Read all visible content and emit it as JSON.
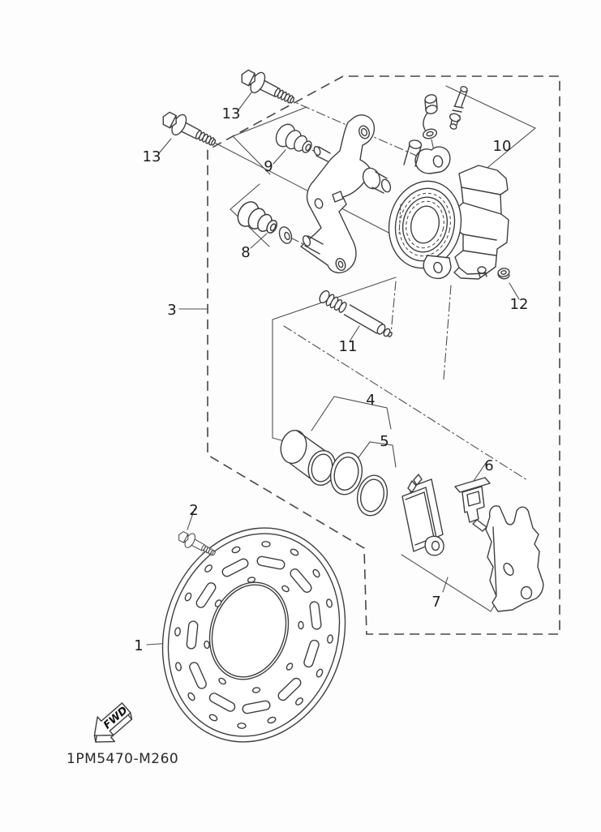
{
  "diagram": {
    "part_code": "1PM5470-M260",
    "direction_arrow_label": "FWD",
    "callouts": {
      "c1": "1",
      "c2": "2",
      "c3": "3",
      "c4": "4",
      "c5": "5",
      "c6": "6",
      "c7": "7",
      "c8": "8",
      "c9": "9",
      "c10": "10",
      "c11": "11",
      "c12": "12",
      "c13a": "13",
      "c13b": "13"
    }
  }
}
